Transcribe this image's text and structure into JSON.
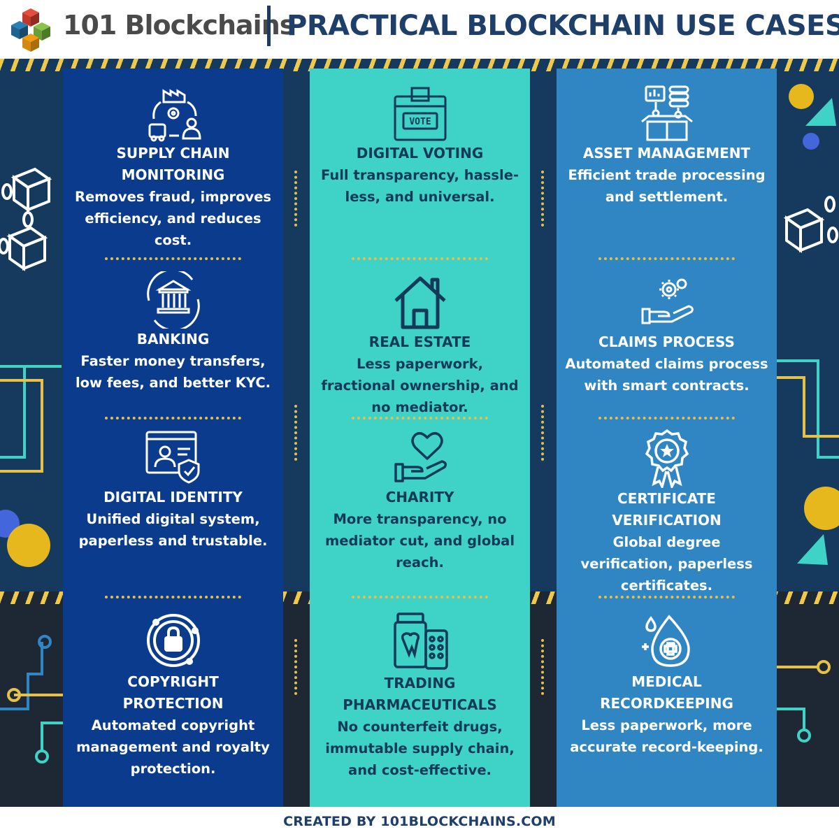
{
  "header": {
    "brand": "101 Blockchains",
    "title": "PRACTICAL BLOCKCHAIN USE CASES"
  },
  "colors": {
    "col1": "#0a3b8c",
    "col2": "#3ed3c6",
    "col3": "#2f86c3",
    "background": "#163a5e",
    "accent": "#f0c84a"
  },
  "columns": [
    {
      "items": [
        {
          "icon": "supply-chain-icon",
          "title": "SUPPLY CHAIN MONITORING",
          "desc": "Removes fraud, improves efficiency, and reduces cost."
        },
        {
          "icon": "bank-icon",
          "title": "BANKING",
          "desc": "Faster money transfers, low fees, and better KYC."
        },
        {
          "icon": "identity-icon",
          "title": "DIGITAL IDENTITY",
          "desc": "Unified digital system, paperless and trustable."
        },
        {
          "icon": "lock-icon",
          "title": "COPYRIGHT PROTECTION",
          "desc": "Automated copyright management and royalty protection."
        }
      ]
    },
    {
      "items": [
        {
          "icon": "ballot-box-icon",
          "title": "DIGITAL VOTING",
          "desc": "Full transparency, hassle-less, and universal.",
          "icon_label": "VOTE"
        },
        {
          "icon": "house-icon",
          "title": "REAL ESTATE",
          "desc": "Less paperwork, fractional ownership, and no mediator."
        },
        {
          "icon": "heart-hand-icon",
          "title": "CHARITY",
          "desc": "More transparency, no mediator cut, and global reach."
        },
        {
          "icon": "medicine-icon",
          "title": "TRADING PHARMACEUTICALS",
          "desc": "No counterfeit drugs, immutable supply chain, and cost-effective."
        }
      ]
    },
    {
      "items": [
        {
          "icon": "asset-boxes-icon",
          "title": "ASSET MANAGEMENT",
          "desc": "Efficient trade processing and settlement."
        },
        {
          "icon": "gear-hand-icon",
          "title": "CLAIMS PROCESS",
          "desc": "Automated claims process with smart contracts."
        },
        {
          "icon": "award-badge-icon",
          "title": "CERTIFICATE VERIFICATION",
          "desc": "Global degree verification, paperless certificates."
        },
        {
          "icon": "medical-drop-icon",
          "title": "MEDICAL RECORDKEEPING",
          "desc": "Less paperwork, more accurate record-keeping."
        }
      ]
    }
  ],
  "footer": {
    "text": "CREATED BY 101BLOCKCHAINS.COM"
  }
}
